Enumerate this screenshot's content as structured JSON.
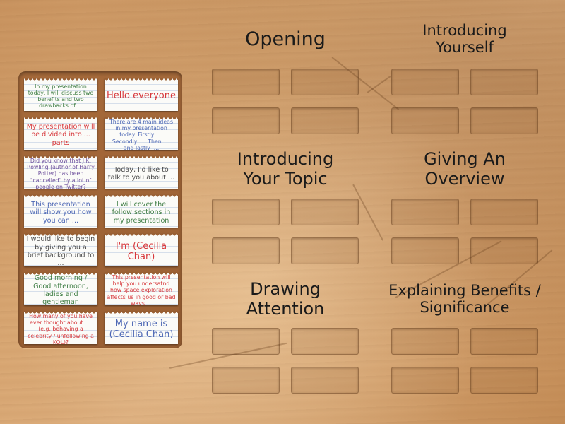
{
  "categories": [
    {
      "title": "Opening"
    },
    {
      "title": "Introducing Yourself"
    },
    {
      "title": "Introducing Your Topic"
    },
    {
      "title": "Giving An Overview"
    },
    {
      "title": "Drawing Attention"
    },
    {
      "title": "Explaining Benefits / Significance"
    }
  ],
  "cards": [
    {
      "text": "In my presentation today, I will discuss two benefits and two drawbacks of ...",
      "color": "#3e7d44"
    },
    {
      "text": "Hello everyone",
      "color": "#d7383c"
    },
    {
      "text": "My presentation will be divided into ... parts",
      "color": "#d7383c"
    },
    {
      "text": "There are 4 main ideas in my presentation today. Firstly .... Secondly .... Then .... and lastly ....",
      "color": "#4b66b4"
    },
    {
      "text": "Did you know that J.K. Rowling (author of Harry Potter) has been \"cancelled\" by a lot of people on Twitter?",
      "color": "#6d4f9c"
    },
    {
      "text": "Today, I'd like to talk to you about ...",
      "color": "#4a4a4a"
    },
    {
      "text": "This presentation will show you how you can ...",
      "color": "#4b66b4"
    },
    {
      "text": "I will cover the follow sections in my presentation",
      "color": "#3e7d44"
    },
    {
      "text": "I would like to begin by giving you a brief background to ...",
      "color": "#4a4a4a"
    },
    {
      "text": "I'm (Cecilia Chan)",
      "color": "#d7383c"
    },
    {
      "text": "Good morning / Good afternoon, ladies and gentleman",
      "color": "#3e7d44"
    },
    {
      "text": "This presentation will help you undersatnd how space exploration affects us in good or bad ways ...",
      "color": "#d7383c"
    },
    {
      "text": "How many of you have ever thought about .... (e.g. behaving a celebrity / unfollowing a KOL)?",
      "color": "#d7383c"
    },
    {
      "text": "My name is (Cecilia Chan)",
      "color": "#4b66b4"
    }
  ]
}
